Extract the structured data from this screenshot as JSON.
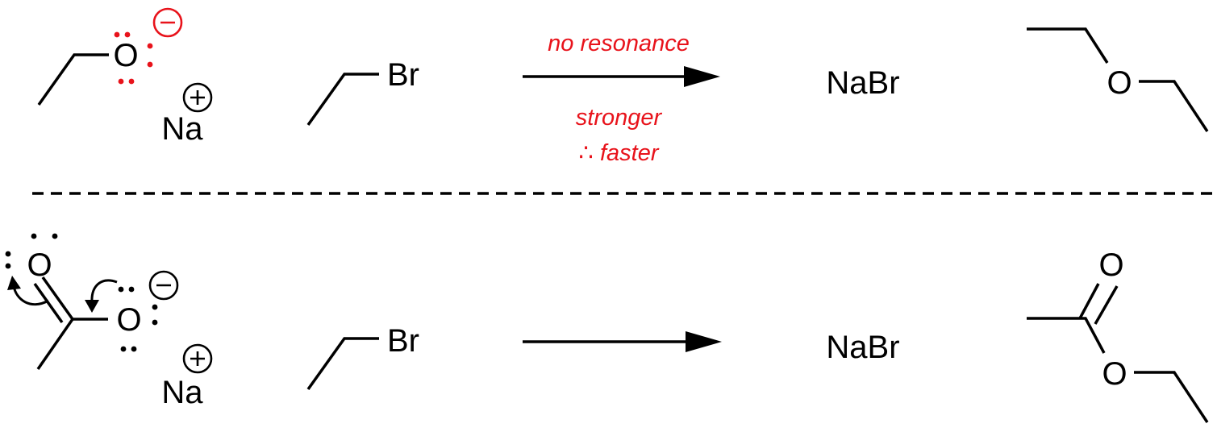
{
  "colors": {
    "ink": "#000000",
    "accent": "#e8131b"
  },
  "atoms": {
    "oxygen": "O",
    "sodium": "Na",
    "bromine": "Br"
  },
  "top_reaction": {
    "salt_product": "NaBr",
    "condition_above": "no resonance",
    "condition_below_1": "stronger",
    "condition_below_2": "∴ faster"
  },
  "bottom_reaction": {
    "salt_product": "NaBr"
  }
}
